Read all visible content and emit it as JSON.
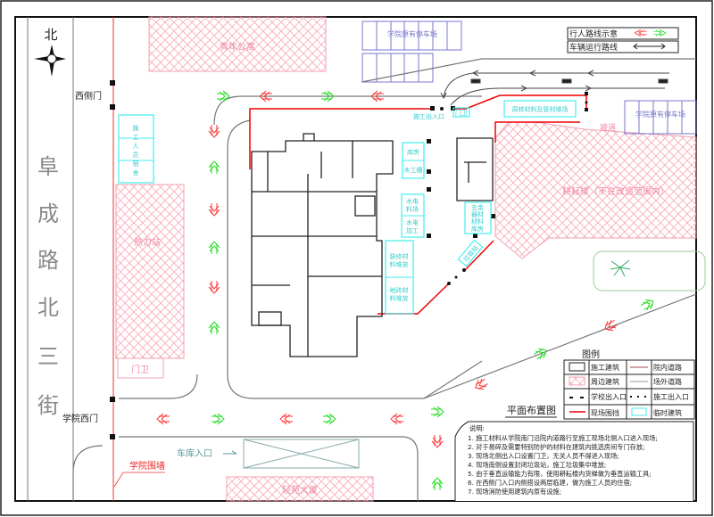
{
  "compass": {
    "north": "北"
  },
  "street": {
    "chars": [
      "阜",
      "成",
      "路",
      "北",
      "三",
      "街"
    ]
  },
  "gates": {
    "west_side": "西侧门",
    "west_main": "学院西门",
    "wall": "学院围墙",
    "garage_entrance": "车库入口"
  },
  "buildings": {
    "youth_apartment": "青年公寓",
    "heat_station": "热力站",
    "guard_left": "门卫",
    "workers_dorm": [
      "施",
      "工",
      "人",
      "员",
      "宿",
      "舍"
    ],
    "gengyun": "耕耘楼（不在改造范围内）",
    "qingyuan": "轻苑大厦",
    "parking_top": "学院原有停车场",
    "parking_right": "学院原有停车场",
    "site_entrance": "施工出入口",
    "guard_top": "门卫",
    "material_yard": "周转材料及管材堆场",
    "ramp": "坡道",
    "storage": "库房",
    "carpentry": "木工棚",
    "elec_storage": [
      "水电",
      "料场"
    ],
    "elec_process": [
      "水电",
      "加工"
    ],
    "deco_storage": [
      "装修材",
      "料堆放"
    ],
    "tile_storage": [
      "地砖材",
      "料堆放"
    ],
    "hardware_storage": [
      "五金",
      "器材",
      "材料",
      "库房"
    ],
    "garbage": "垃圾站"
  },
  "top_legend": {
    "pedestrian": "行人路线示意",
    "vehicle": "车辆运行路线"
  },
  "legend": {
    "title": "图例",
    "plan_title": "平面布置图",
    "rows": [
      [
        "施工建筑",
        "院内道路"
      ],
      [
        "周边建筑",
        "场外道路"
      ],
      [
        "学校出入口",
        "施工出入口"
      ],
      [
        "现场围挡",
        "临时建筑"
      ]
    ]
  },
  "notes": {
    "title": "说明:",
    "items": [
      "1. 施工材料从学院南门沿院内道路行至施工现场北侧入口进入现场;",
      "2. 对于易碎及需要特别防护的材料在建筑内挑选房间专门存放;",
      "3. 现场北侧出入口设置门卫，无关人员不得进入现场;",
      "4. 现场南侧设置封闭垃圾站，施工垃圾集中堆放;",
      "5. 由于垂直运输能力有限，使用耕耘楼内货梯做为垂直运输工具;",
      "6. 在西侧门入口内侧搭设两层临建，做为施工人员的住宿;",
      "7. 现场消防使用建筑内原有设施;"
    ]
  },
  "colors": {
    "fence": "#e00000",
    "pedestrian_in": "#ff3333",
    "pedestrian_out": "#22dd22",
    "temp": "#44eeee",
    "surrounding": "#f3a0b0"
  }
}
